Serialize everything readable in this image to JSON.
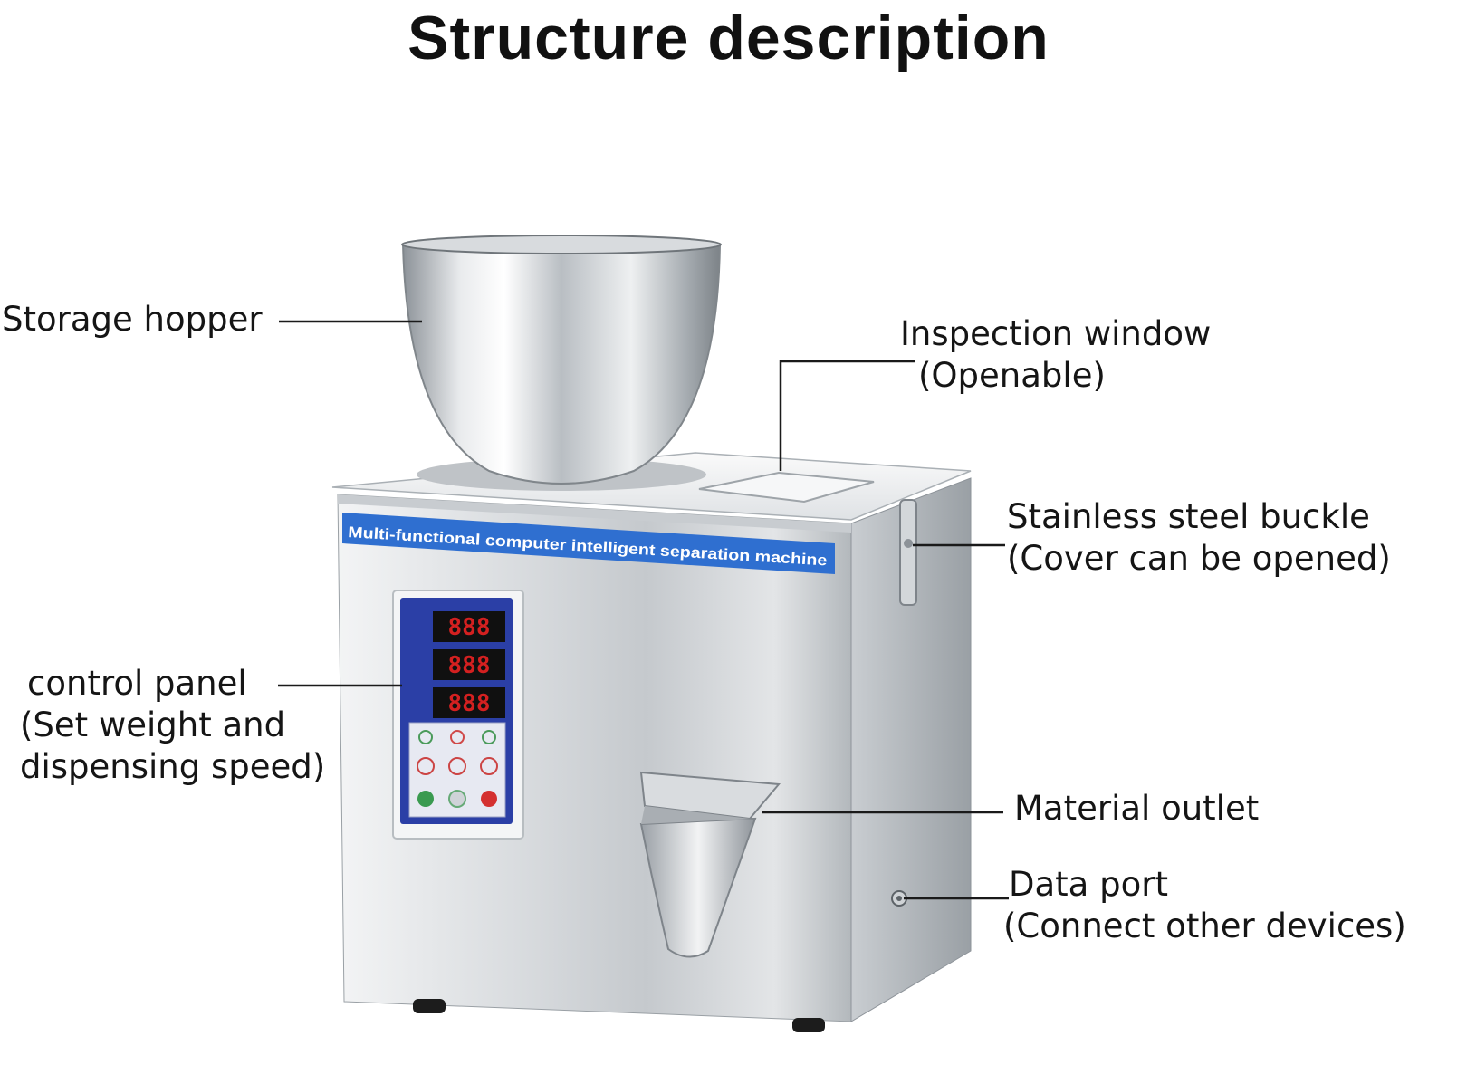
{
  "title": "Structure description",
  "machine_banner": "Multi-functional computer intelligent separation machine",
  "panel_displays": [
    "888",
    "888",
    "888"
  ],
  "colors": {
    "banner_blue": "#2f6fd0",
    "panel_blue": "#2b3fa6",
    "steel_light": "#eef0f2",
    "steel_dark": "#8e949a",
    "display_red": "#d42020"
  },
  "callouts": {
    "storage_hopper": {
      "line1": "Storage hopper"
    },
    "inspection_window": {
      "line1": "Inspection window",
      "line2": "(Openable)"
    },
    "buckle": {
      "line1": "Stainless steel buckle",
      "line2": "(Cover can be opened)"
    },
    "control_panel": {
      "line1": "control panel",
      "line2": "(Set weight and",
      "line3": "dispensing speed)"
    },
    "material_outlet": {
      "line1": "Material outlet"
    },
    "data_port": {
      "line1": "Data port",
      "line2": "(Connect other devices)"
    }
  }
}
